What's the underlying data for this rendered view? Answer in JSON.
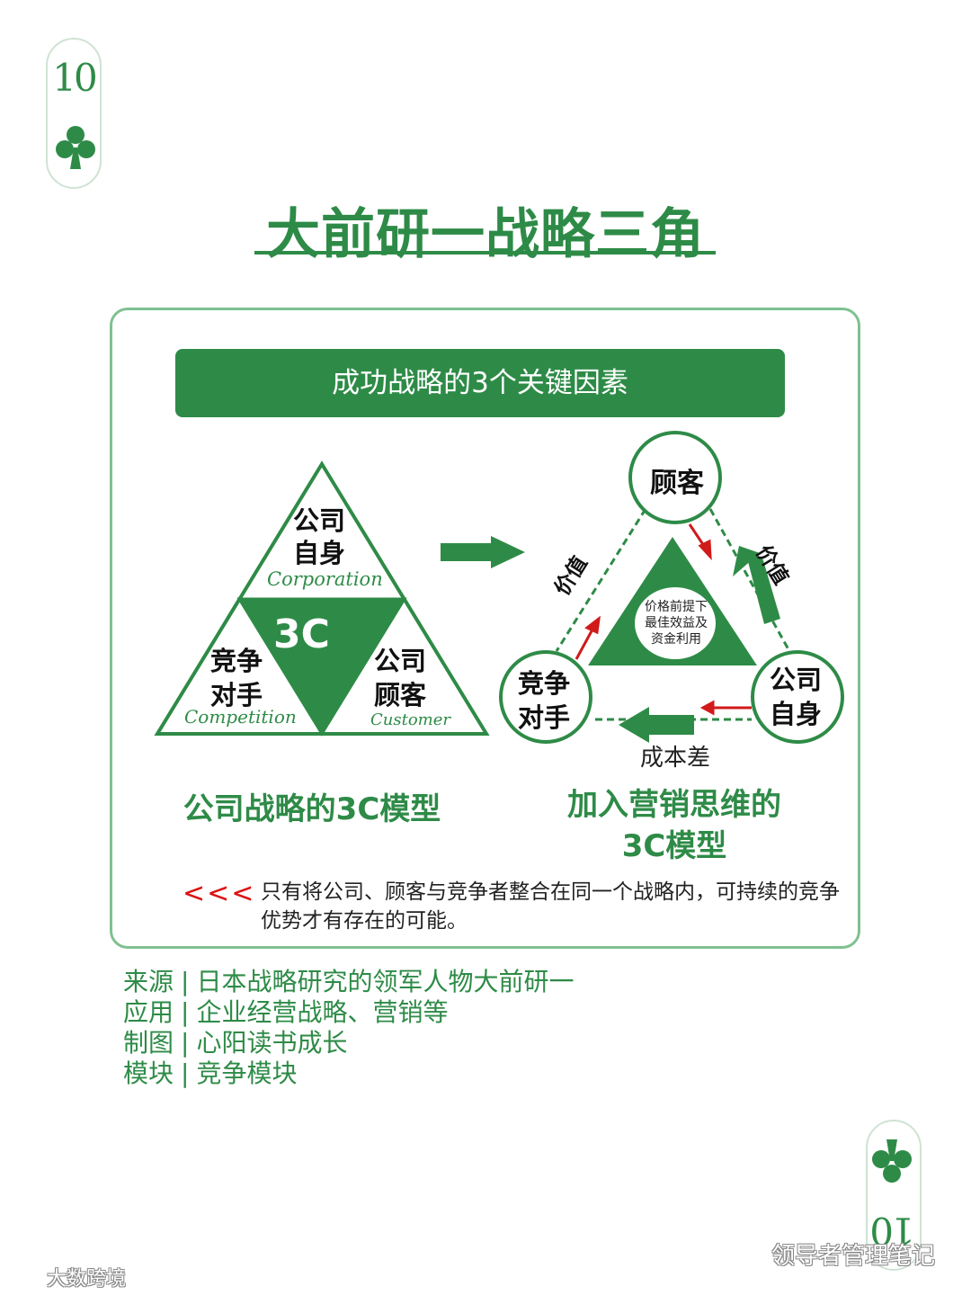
{
  "card": {
    "number": "10",
    "suit": "club-icon"
  },
  "title": "大前研一战略三角",
  "banner": "成功战略的3个关键因素",
  "left_model": {
    "center": "3C",
    "top": {
      "line1": "公司",
      "line2": "自身",
      "en": "Corporation"
    },
    "left": {
      "line1": "竞争",
      "line2": "对手",
      "en": "Competition"
    },
    "right": {
      "line1": "公司",
      "line2": "顾客",
      "en": "Customer"
    },
    "caption": "公司战略的3C模型"
  },
  "right_model": {
    "top_node": "顾客",
    "left_node": {
      "line1": "竞争",
      "line2": "对手"
    },
    "right_node": {
      "line1": "公司",
      "line2": "自身"
    },
    "center_text": {
      "line1": "价格前提下",
      "line2": "最佳效益及",
      "line3": "资金利用"
    },
    "value_left": "价值",
    "value_right": "价值",
    "cost_gap": "成本差",
    "caption_line1": "加入营销思维的",
    "caption_line2": "3C模型"
  },
  "note": {
    "mark": "<<<",
    "text": "只有将公司、顾客与竞争者整合在同一个战略内，可持续的竞争优势才有存在的可能。"
  },
  "meta": [
    {
      "key": "来源",
      "value": "日本战略研究的领军人物大前研一"
    },
    {
      "key": "应用",
      "value": "企业经营战略、营销等"
    },
    {
      "key": "制图",
      "value": "心阳读书成长"
    },
    {
      "key": "模块",
      "value": "竞争模块"
    }
  ],
  "watermarks": {
    "left": "大数跨境",
    "right": "领导者管理笔记"
  },
  "colors": {
    "green": "#2e8b47",
    "light_green": "#7fc190",
    "red": "#d11a1a"
  }
}
